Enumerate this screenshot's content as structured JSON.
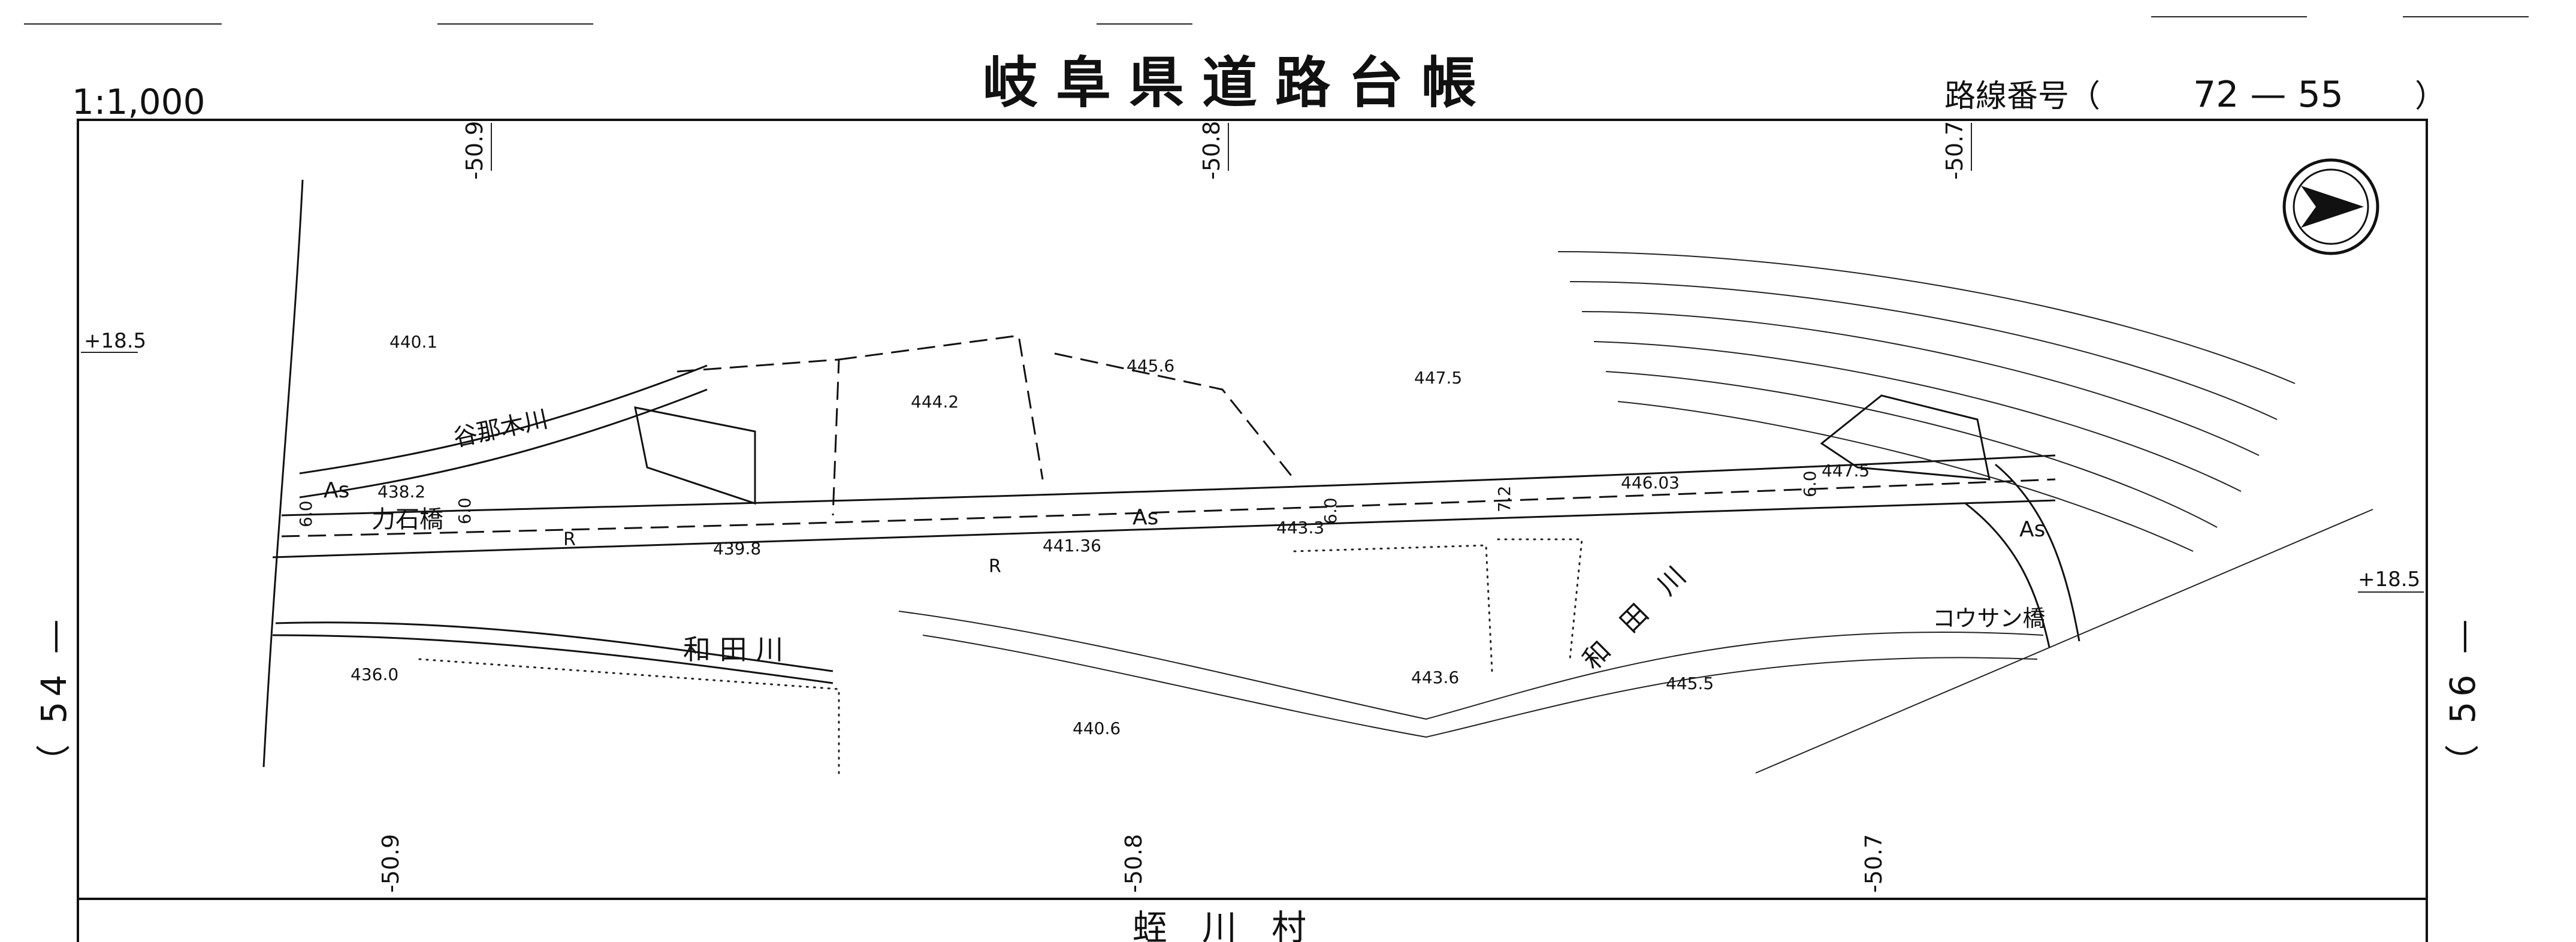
{
  "header": {
    "scale": "1:1,000",
    "title": "岐阜県道路台帳",
    "route_label": "路線番号（",
    "route_number": "72 — 55",
    "route_close": "）"
  },
  "footer": {
    "village": "蛭　川　村"
  },
  "margins": {
    "left_sheet": "（ 54 —",
    "right_sheet": "（ 56 —"
  },
  "grid": {
    "top": [
      "-50.9",
      "-50.8",
      "-50.7"
    ],
    "bottom": [
      "-50.9",
      "-50.8",
      "-50.7"
    ],
    "left": "+18.5",
    "right": "+18.5"
  },
  "map_labels": {
    "river_wada_1": "和 田 川",
    "river_wada_2": "和　田　川",
    "river_yanagi": "谷那木川",
    "bridge_chikara": "力石橋",
    "bridge_kousan": "コウサン橋",
    "pavement": "As",
    "road_mark": "R"
  },
  "elevations": [
    "440.1",
    "444.2",
    "445.6",
    "447.5",
    "438.2",
    "439.8",
    "441.36",
    "443.3",
    "446.03",
    "447.5",
    "436.0",
    "440.6",
    "443.6",
    "445.5"
  ],
  "widths": [
    "6.0",
    "6.0",
    "6.0",
    "7.2",
    "6.0"
  ],
  "icons": {
    "north": "north-arrow-icon"
  }
}
